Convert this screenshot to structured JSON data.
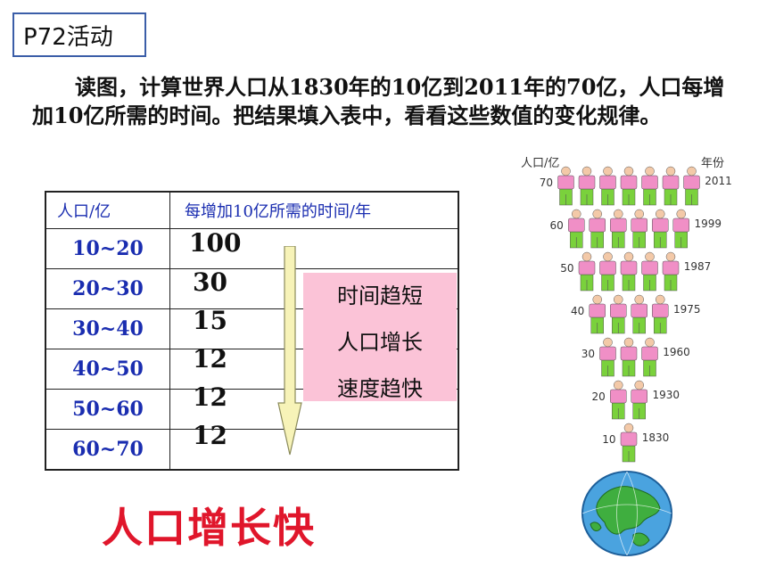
{
  "header": {
    "title": "P72活动"
  },
  "paragraph": "读图，计算世界人口从1830年的10亿到2011年的70亿，人口每增加10亿所需的时间。把结果填入表中，看看这些数值的变化规律。",
  "table": {
    "headers": [
      "人口/亿",
      "每增加10亿所需的时间/年"
    ],
    "rows": [
      {
        "range": "10~20",
        "years": "100"
      },
      {
        "range": "20~30",
        "years": "30"
      },
      {
        "range": "30~40",
        "years": "15"
      },
      {
        "range": "40~50",
        "years": "12"
      },
      {
        "range": "50~60",
        "years": "12"
      },
      {
        "range": "60~70",
        "years": "12"
      }
    ]
  },
  "annotation": {
    "lines": [
      "时间趋短",
      "人口增长",
      "速度趋快"
    ],
    "color": "#fbc3d7"
  },
  "conclusion": {
    "text": "人口增长快",
    "color": "#e0162b"
  },
  "figure": {
    "left_header": "人口/亿",
    "right_header": "年份",
    "rows": [
      {
        "population": "70",
        "year": "2011",
        "people": 7
      },
      {
        "population": "60",
        "year": "1999",
        "people": 6
      },
      {
        "population": "50",
        "year": "1987",
        "people": 5
      },
      {
        "population": "40",
        "year": "1975",
        "people": 4
      },
      {
        "population": "30",
        "year": "1960",
        "people": 3
      },
      {
        "population": "20",
        "year": "1930",
        "people": 2
      },
      {
        "population": "10",
        "year": "1830",
        "people": 1
      }
    ],
    "shirt_color": "#f08fc6",
    "pants_color": "#7ad13c",
    "globe_icon": "globe-icon"
  }
}
